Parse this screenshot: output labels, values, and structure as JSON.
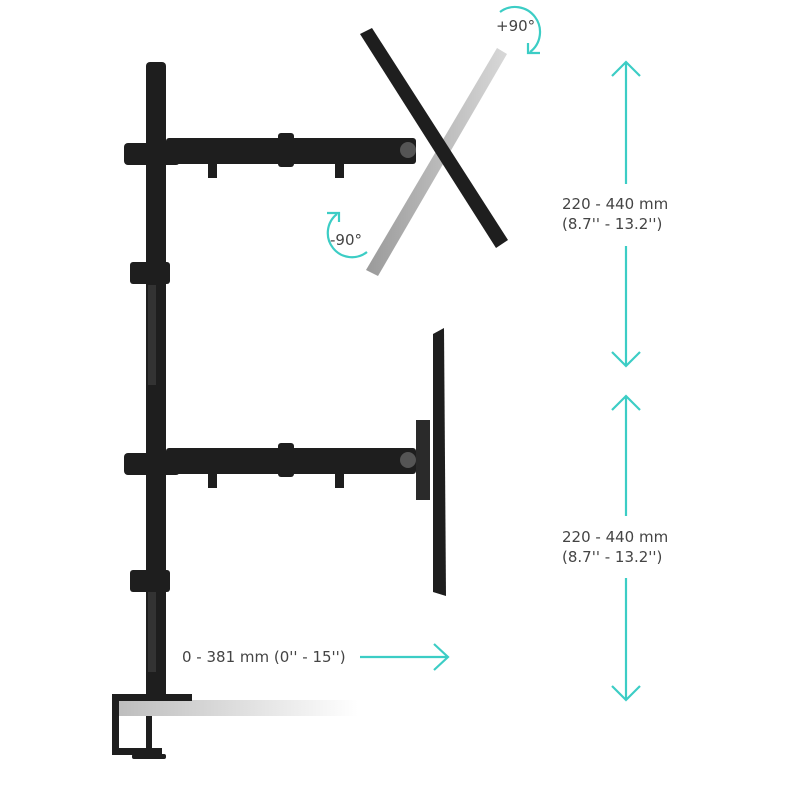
{
  "colors": {
    "accent": "#3ccdc5",
    "mount": "#1e1e1e",
    "text": "#444444"
  },
  "rotation": {
    "plus_label": "+90°",
    "minus_label": "-90°"
  },
  "upper_height": {
    "line1": "220 - 440 mm",
    "line2": "(8.7'' - 13.2'')"
  },
  "lower_height": {
    "line1": "220 - 440 mm",
    "line2": "(8.7'' - 13.2'')"
  },
  "extension": {
    "label": "0 - 381 mm (0'' - 15'')"
  }
}
